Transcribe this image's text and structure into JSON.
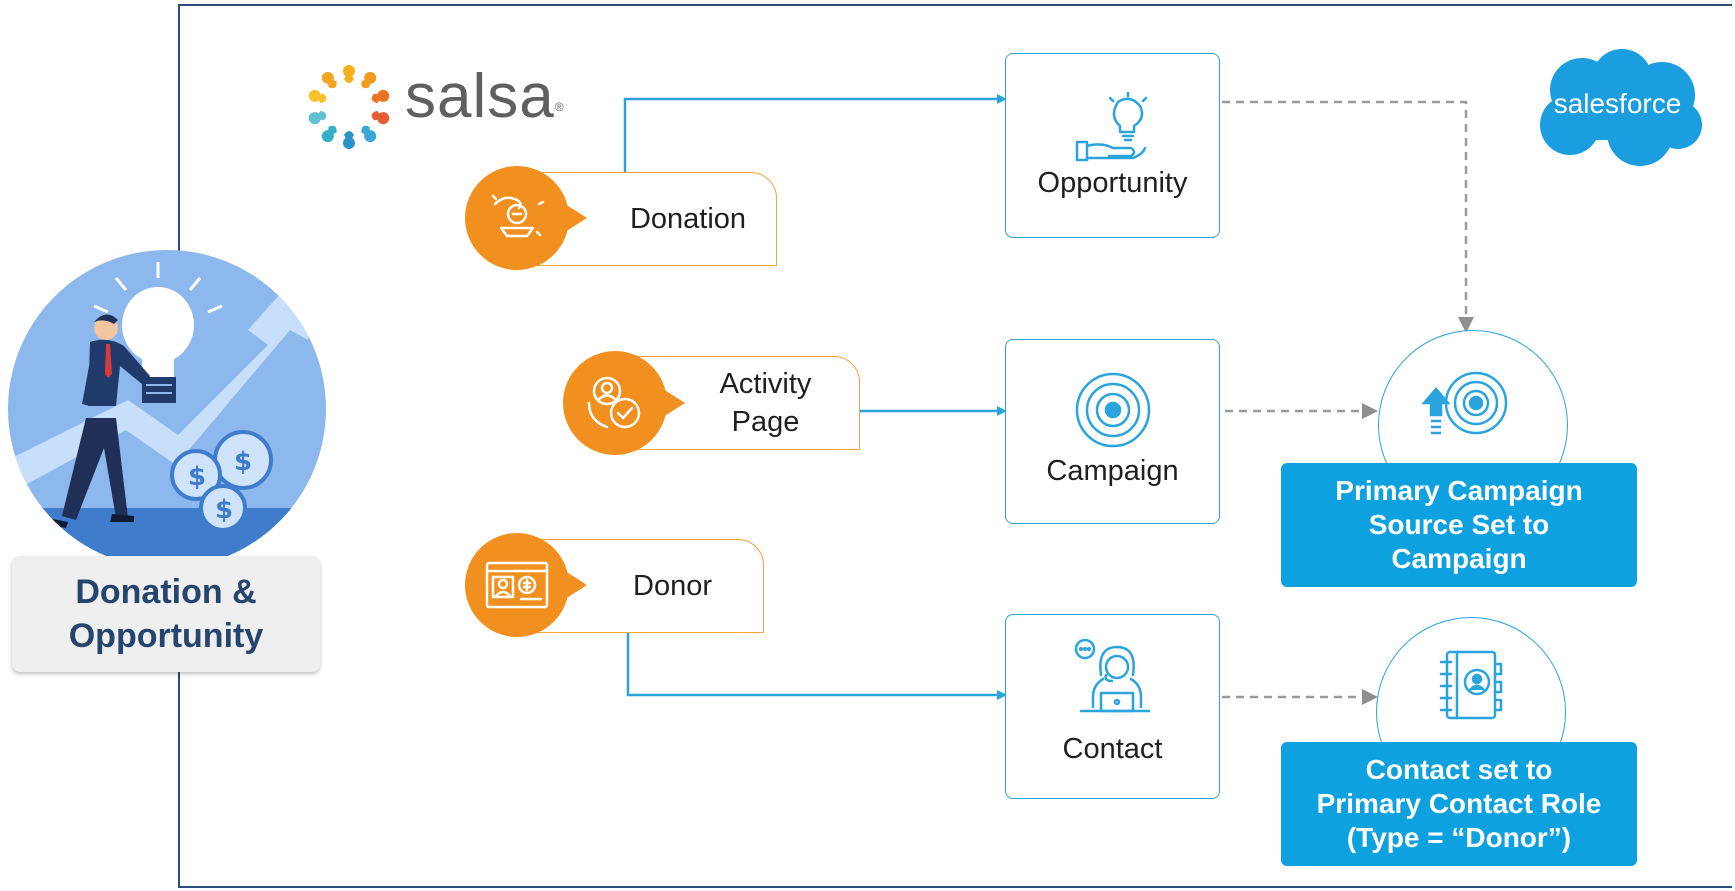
{
  "brand": {
    "source_name": "salsa",
    "target_name": "salesforce"
  },
  "hero": {
    "title_line1": "Donation &",
    "title_line2": "Opportunity"
  },
  "sources": [
    {
      "id": "donation",
      "label_lines": [
        "Donation"
      ],
      "icon": "hand-coin-icon"
    },
    {
      "id": "activity",
      "label_lines": [
        "Activity",
        "Page"
      ],
      "icon": "person-check-icon"
    },
    {
      "id": "donor",
      "label_lines": [
        "Donor"
      ],
      "icon": "profile-dollar-card-icon"
    }
  ],
  "objects": [
    {
      "id": "opportunity",
      "label": "Opportunity",
      "icon": "lightbulb-hand-icon"
    },
    {
      "id": "campaign",
      "label": "Campaign",
      "icon": "target-icon"
    },
    {
      "id": "contact",
      "label": "Contact",
      "icon": "agent-laptop-icon"
    }
  ],
  "results": [
    {
      "id": "campaign_source",
      "lines": [
        "Primary Campaign",
        "Source Set to",
        "Campaign"
      ],
      "icon": "target-arrow-icon"
    },
    {
      "id": "contact_role",
      "lines": [
        "Contact set to",
        "Primary Contact Role",
        "(Type = “Donor”)"
      ],
      "icon": "address-book-icon"
    }
  ],
  "colors": {
    "orange": "#f2901f",
    "orange_border": "#f4a23a",
    "blue": "#2aa4dd",
    "result_blue": "#0ea1e0",
    "navy": "#26456e",
    "dashed_gray": "#9a9a9a",
    "salesforce_blue": "#1a9ee0"
  }
}
